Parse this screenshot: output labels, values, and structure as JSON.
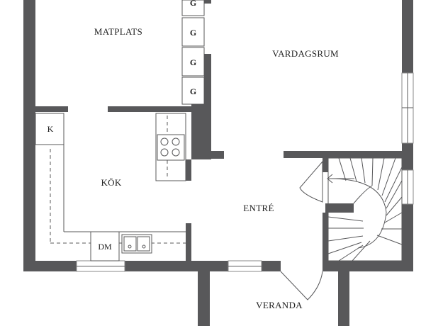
{
  "rooms": {
    "matplats": "MATPLATS",
    "vardagsrum": "VARDAGSRUM",
    "kok": "KÖK",
    "entre": "ENTRÉ",
    "veranda": "VERANDA"
  },
  "fixtures": {
    "wardrobe_marker": "G",
    "fridge": "K",
    "dishwasher": "DM"
  },
  "colors": {
    "wall": "#58585a",
    "background": "#ffffff"
  }
}
